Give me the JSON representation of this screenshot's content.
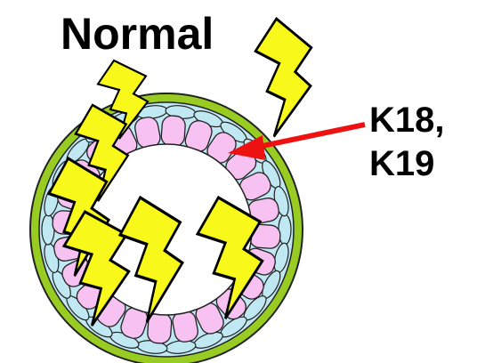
{
  "title": "Normal",
  "annotation": {
    "line1": "K18,",
    "line2": "K19"
  },
  "colors": {
    "basement_membrane": "#99cc22",
    "myoepithelial_layer": "#bfe8f2",
    "luminal_cell": "#f7c2f2",
    "cell_outline": "#222222",
    "arrow": "#ee1111",
    "lightning_fill": "#f8f81a",
    "lightning_outline": "#000000",
    "text": "#000000"
  },
  "icons": [
    "lightning-bolt-icon",
    "red-arrow-icon"
  ]
}
